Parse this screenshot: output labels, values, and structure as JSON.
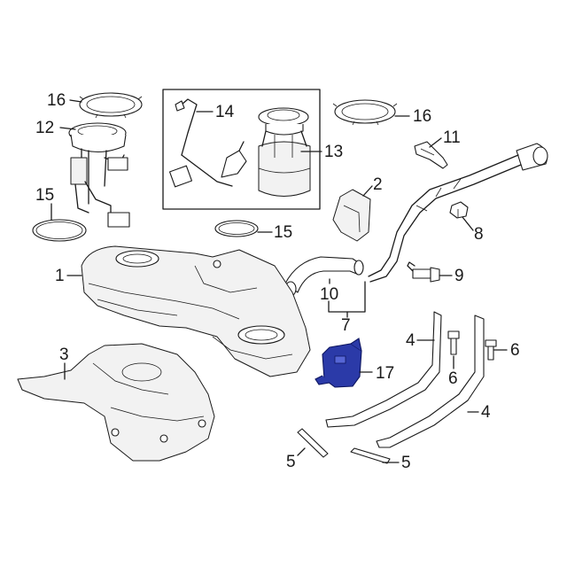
{
  "diagram": {
    "highlight_color": "#2b3aa8",
    "line_color": "#1a1a1a",
    "background": "#ffffff",
    "callouts": [
      {
        "id": "c16a",
        "label": "16"
      },
      {
        "id": "c12",
        "label": "12"
      },
      {
        "id": "c15a",
        "label": "15"
      },
      {
        "id": "c14",
        "label": "14"
      },
      {
        "id": "c13",
        "label": "13"
      },
      {
        "id": "c15b",
        "label": "15"
      },
      {
        "id": "c16b",
        "label": "16"
      },
      {
        "id": "c11",
        "label": "11"
      },
      {
        "id": "c2",
        "label": "2"
      },
      {
        "id": "c8",
        "label": "8"
      },
      {
        "id": "c1",
        "label": "1"
      },
      {
        "id": "c10",
        "label": "10"
      },
      {
        "id": "c7",
        "label": "7"
      },
      {
        "id": "c9",
        "label": "9"
      },
      {
        "id": "c3",
        "label": "3"
      },
      {
        "id": "c4a",
        "label": "4"
      },
      {
        "id": "c6a",
        "label": "6"
      },
      {
        "id": "c6b",
        "label": "6"
      },
      {
        "id": "c17",
        "label": "17"
      },
      {
        "id": "c4b",
        "label": "4"
      },
      {
        "id": "c5a",
        "label": "5"
      },
      {
        "id": "c5b",
        "label": "5"
      }
    ]
  }
}
